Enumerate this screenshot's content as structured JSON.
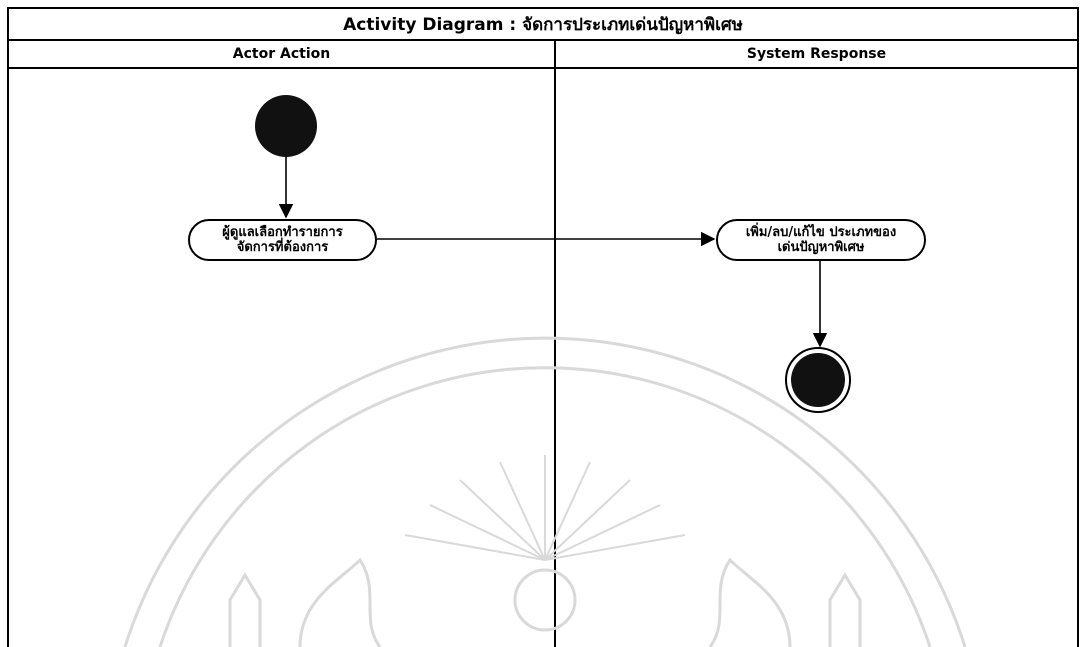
{
  "diagram": {
    "title": "Activity Diagram : จัดการประเภทเด่นปัญหาพิเศษ",
    "lanes": [
      {
        "label": "Actor Action"
      },
      {
        "label": "System Response"
      }
    ],
    "activities": [
      {
        "line1": "ผู้ดูแลเลือกทำรายการ",
        "line2": "จัดการที่ต้องการ"
      },
      {
        "line1": "เพิ่ม/ลบ/แก้ไข ประเภทของ",
        "line2": "เด่นปัญหาพิเศษ"
      }
    ],
    "nodes": {
      "initial": "initial-node",
      "final": "final-node"
    },
    "colors": {
      "line": "#000000",
      "node_fill": "#111111",
      "background": "#ffffff",
      "watermark": "#d9d9d9"
    }
  }
}
